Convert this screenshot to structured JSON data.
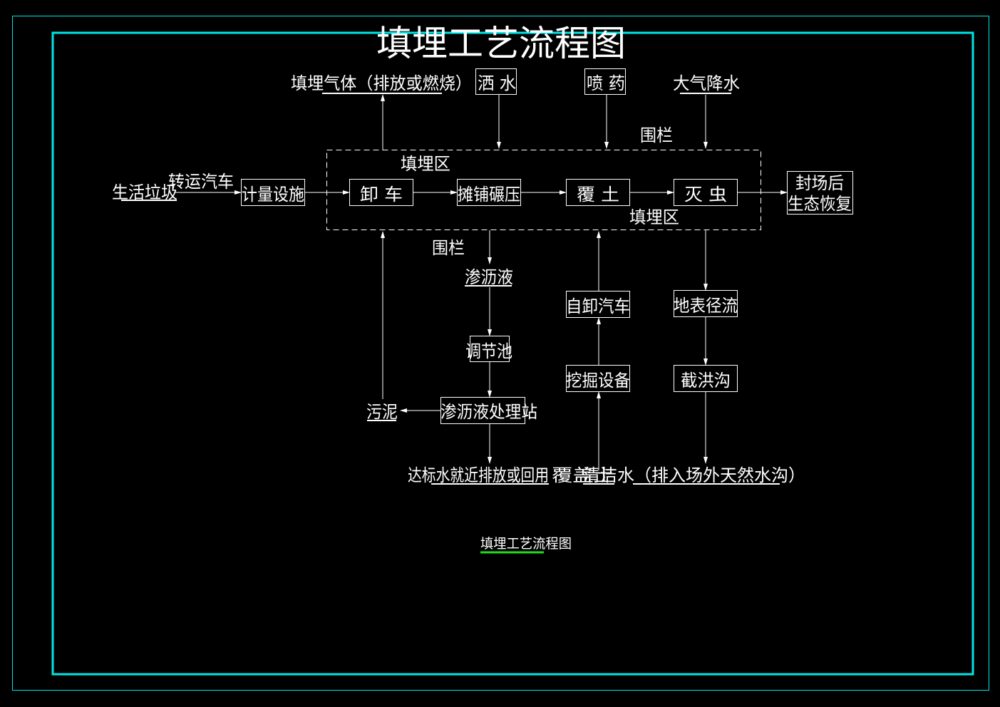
{
  "title": "填埋工艺流程图",
  "caption": "填埋工艺流程图",
  "colors": {
    "background": "#000000",
    "frame": "#00e5e5",
    "title": "#ff1a1a",
    "lines": "#ffffff",
    "caption_underline": "#22dd22"
  },
  "inputs": {
    "landfill_gas": "填埋气体（排放或燃烧）",
    "sprinkle_water": "洒 水",
    "spray_pesticide": "喷 药",
    "precipitation": "大气降水"
  },
  "zone_labels": {
    "fence_top": "围栏",
    "fence_bottom": "围栏",
    "landfill_zone_top": "填埋区",
    "landfill_zone_bottom": "填埋区"
  },
  "process": {
    "domestic_waste": "生活垃圾",
    "transport_truck": "转运汽车",
    "weighing": "计量设施",
    "unloading": "卸 车",
    "spreading": "摊铺碾压",
    "covering": "覆 土",
    "pest_control": "灭 虫",
    "closure_1": "封场后",
    "closure_2": "生态恢复"
  },
  "branches": {
    "leachate": "渗沥液",
    "regulating_pool": "调节池",
    "leachate_station": "渗沥液处理站",
    "sludge": "污泥",
    "treated_discharge": "达标水就近排放或回用",
    "dump_truck": "自卸汽车",
    "excavation": "挖掘设备",
    "cover_soil": "覆盖土",
    "surface_runoff": "地表径流",
    "flood_ditch": "截洪沟",
    "clean_water": "清洁水（排入场外天然水沟）"
  }
}
